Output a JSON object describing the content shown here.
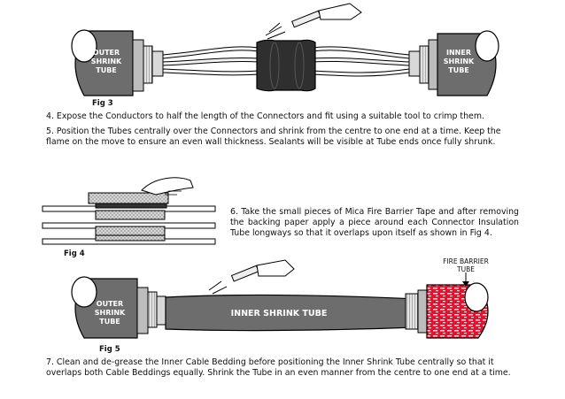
{
  "fig3": {
    "caption": "Fig 3",
    "outer_label": [
      "OUTER",
      "SHRINK",
      "TUBE"
    ],
    "inner_label": [
      "INNER",
      "SHRINK",
      "TUBE"
    ]
  },
  "step4": "4. Expose the Conductors to half the length of the Connectors and fit using a suitable tool to crimp them.",
  "step5": "5. Position the Tubes centrally over the Connectors and shrink from the centre  to one end at a time. Keep the flame on the move to ensure an even wall thickness. Sealants will be visible at Tube ends once fully shrunk.",
  "fig4": {
    "caption": "Fig 4"
  },
  "step6": "6. Take the small pieces of Mica Fire Barrier Tape and after removing the backing paper apply a piece around each Connector Insulation Tube longways so that it overlaps upon itself as shown in Fig 4.",
  "fig5": {
    "caption": "Fig 5",
    "outer_label": [
      "OUTER",
      "SHRINK",
      "TUBE"
    ],
    "inner_shrink_tube": "INNER SHRINK TUBE",
    "fire_barrier_label": [
      "FIRE BARRIER",
      "TUBE"
    ]
  },
  "step7": "7. Clean and de-grease the Inner Cable Bedding before positioning the Inner Shrink Tube centrally so that it overlaps both Cable Beddings equally. Shrink the Tube in an even manner from the centre to one end at a time.",
  "colors": {
    "tube_grey": "#6d6d6d",
    "fire_red": "#e8112d",
    "metal": "#c9c9c9"
  }
}
